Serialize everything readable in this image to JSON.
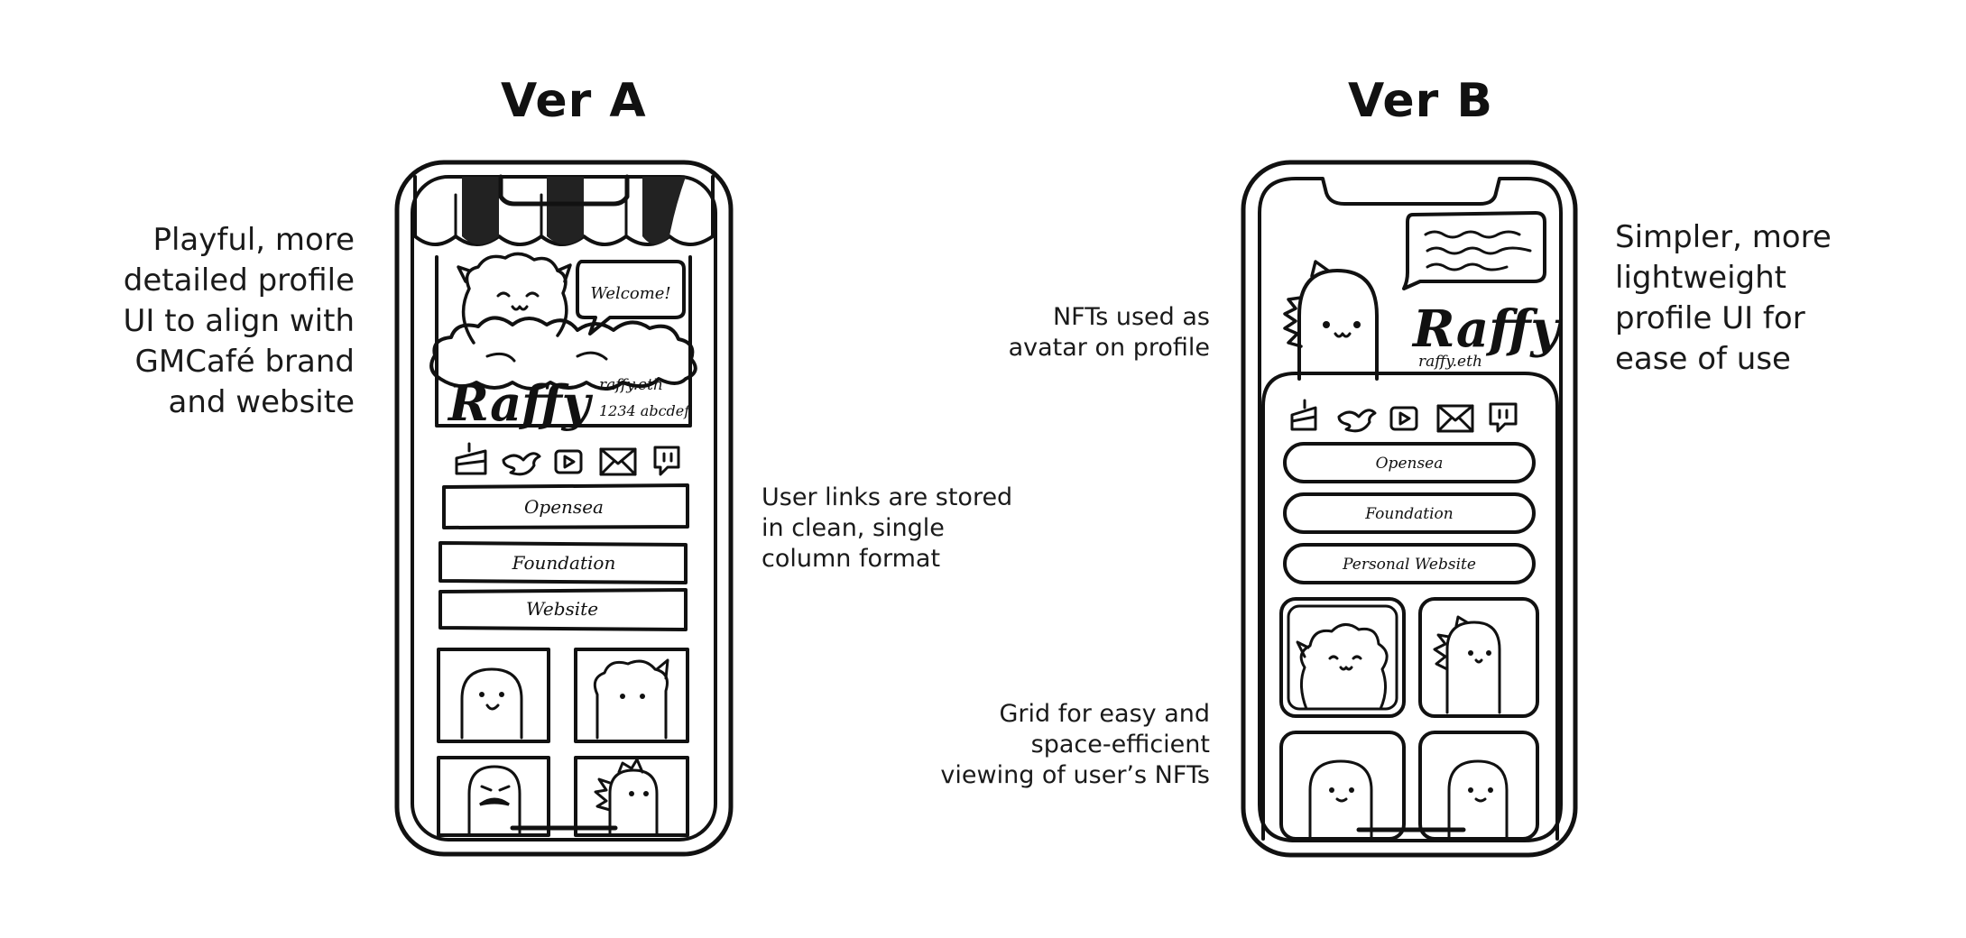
{
  "versions": [
    {
      "title": "Ver A",
      "side_note": [
        "Playful, more",
        "detailed profile",
        "UI to align with",
        "GMCafé brand",
        "and website"
      ],
      "welcome_bubble": "Welcome!",
      "profile_name": "Raffy",
      "profile_ens": "raffy.eth",
      "profile_address": "1234 abcdef",
      "link_buttons": [
        "Opensea",
        "Foundation",
        "Website"
      ],
      "icons": [
        "cake-icon",
        "bird-icon",
        "video-icon",
        "mail-icon",
        "chat-icon"
      ]
    },
    {
      "title": "Ver B",
      "side_note": [
        "Simpler, more",
        "lightweight",
        "profile UI for",
        "ease of use"
      ],
      "profile_name": "Raffy",
      "profile_ens": "raffy.eth",
      "link_buttons": [
        "Opensea",
        "Foundation",
        "Personal Website"
      ],
      "icons": [
        "cake-icon",
        "bird-icon",
        "video-icon",
        "mail-icon",
        "chat-icon"
      ]
    }
  ],
  "annotations": {
    "links_note": [
      "User links are stored",
      "in clean, single",
      "column format"
    ],
    "avatar_note": [
      "NFTs used as",
      "avatar on profile"
    ],
    "grid_note": [
      "Grid for easy and",
      "space-efficient",
      "viewing of user’s NFTs"
    ]
  }
}
